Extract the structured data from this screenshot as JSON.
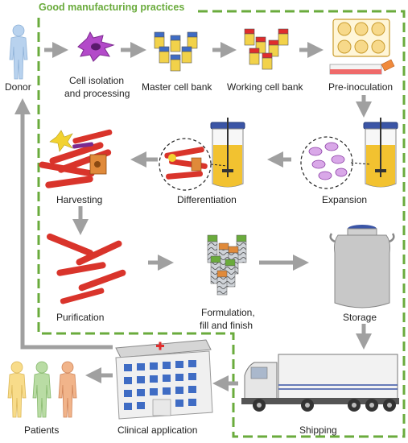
{
  "title": "Good manufacturing practices",
  "colors": {
    "gmp_green": "#6aab3c",
    "arrow_gray": "#a0a0a0",
    "cell_red": "#d9342b",
    "cell_blue": "#3b55a6",
    "medium_yellow": "#f2c230",
    "tube_blue": "#3f6cc4",
    "tube_yellow": "#f2d24a",
    "tube_red": "#e02c2c",
    "donor_blue": "#b8d2ee",
    "patient_yellow": "#f8dc8a",
    "patient_green": "#b9dca4",
    "patient_orange": "#f1b48a"
  },
  "labels": {
    "donor": "Donor",
    "cell_isolation_1": "Cell isolation",
    "cell_isolation_2": "and processing",
    "master_cell_bank": "Master cell bank",
    "working_cell_bank": "Working cell bank",
    "pre_inoculation": "Pre-inoculation",
    "expansion": "Expansion",
    "differentiation": "Differentiation",
    "harvesting": "Harvesting",
    "purification": "Purification",
    "formulation_1": "Formulation,",
    "formulation_2": "fill and finish",
    "storage": "Storage",
    "shipping": "Shipping",
    "clinical_application": "Clinical application",
    "patients": "Patients"
  },
  "icons": [
    "donor-figure-icon",
    "stem-cell-icon",
    "master-cell-bank-tubes-icon",
    "working-cell-bank-tubes-icon",
    "culture-plate-icon",
    "culture-flask-icon",
    "bioreactor-icon",
    "cell-magnifier-icon",
    "harvested-cells-icon",
    "purified-cells-icon",
    "filled-vials-icon",
    "cryo-tank-icon",
    "truck-icon",
    "hospital-icon",
    "patient-figures-icon"
  ]
}
